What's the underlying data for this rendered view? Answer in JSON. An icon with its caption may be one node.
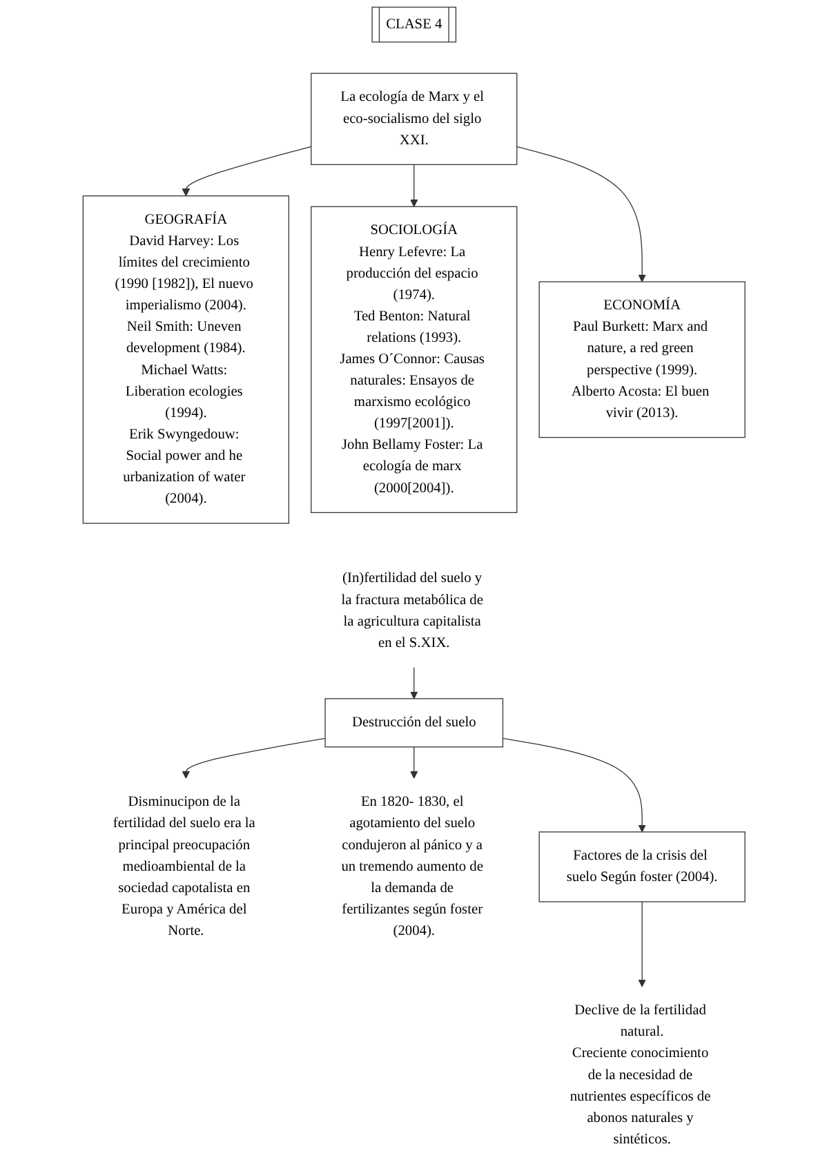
{
  "diagram": {
    "nodes": [
      {
        "text": [
          "CLASE 4"
        ]
      },
      {
        "text": [
          "La ecología de Marx y el eco-socialismo del siglo XXI."
        ]
      },
      {
        "text": [
          "GEOGRAFÍA",
          "David Harvey: Los límites del crecimiento (1990 [1982]), El nuevo imperialismo (2004).",
          "Neil Smith: Uneven development (1984).",
          "Michael Watts: Liberation ecologies (1994).",
          "Erik Swyngedouw: Social power and he urbanization of water (2004)."
        ]
      },
      {
        "text": [
          "SOCIOLOGÍA",
          "Henry Lefevre: La producción del espacio (1974).",
          "Ted Benton: Natural relations (1993).",
          "James O´Connor: Causas naturales: Ensayos de marxismo ecológico (1997[2001]).",
          "John Bellamy Foster: La ecología de marx (2000[2004])."
        ]
      },
      {
        "text": [
          "ECONOMÍA",
          "Paul Burkett: Marx and nature, a red green perspective (1999).",
          "Alberto Acosta: El buen vivir (2013)."
        ]
      },
      {
        "text": [
          "(In)fertilidad del suelo y la fractura metabólica de la agricultura capitalista en el S.XIX."
        ]
      },
      {
        "text": [
          "Destrucción del suelo"
        ]
      },
      {
        "text": [
          "Disminucipon de la fertilidad del suelo era la principal preocupación medioambiental de la sociedad capotalista en Europa y América del Norte."
        ]
      },
      {
        "text": [
          "En 1820- 1830, el agotamiento del suelo condujeron al pánico y a un tremendo aumento de la demanda de fertilizantes según foster (2004)."
        ]
      },
      {
        "text": [
          "Factores de la crisis del suelo Según foster (2004)."
        ]
      },
      {
        "text": [
          "Declive de la fertilidad natural.",
          "Creciente conocimiento de la necesidad de nutrientes específicos de abonos naturales y sintéticos."
        ]
      }
    ],
    "edges": [
      {
        "from": 1,
        "to": 2,
        "arrow": "to"
      },
      {
        "from": 1,
        "to": 3,
        "arrow": "to"
      },
      {
        "from": 1,
        "to": 4,
        "arrow": "to"
      },
      {
        "from": 5,
        "to": 6,
        "arrow": "to"
      },
      {
        "from": 6,
        "to": 7,
        "arrow": "to"
      },
      {
        "from": 6,
        "to": 8,
        "arrow": "to"
      },
      {
        "from": 6,
        "to": 9,
        "arrow": "to"
      },
      {
        "from": 9,
        "to": 10,
        "arrow": "to"
      }
    ]
  }
}
